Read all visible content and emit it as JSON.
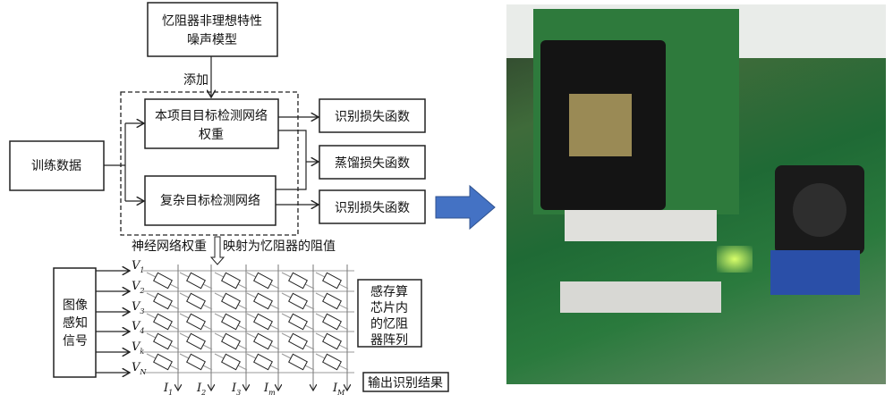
{
  "flow": {
    "noise_model": [
      "忆阻器非理想特性",
      "噪声模型"
    ],
    "add_label": "添加",
    "project_net": [
      "本项目目标检测网络",
      "权重"
    ],
    "complex_net": "复杂目标检测网络",
    "training_data": "训练数据",
    "recog_loss_1": "识别损失函数",
    "distill_loss": "蒸馏损失函数",
    "recog_loss_2": "识别损失函数",
    "map_left": "神经网络权重",
    "map_right": "映射为忆阻器的阻值"
  },
  "crossbar": {
    "input": [
      "图像",
      "感知",
      "信号"
    ],
    "voltages": [
      [
        "V",
        "1"
      ],
      [
        "V",
        "2"
      ],
      [
        "V",
        "3"
      ],
      [
        "V",
        "4"
      ],
      [
        "V",
        "k"
      ],
      [
        "V",
        "N"
      ]
    ],
    "currents": [
      [
        "I",
        "1"
      ],
      [
        "I",
        "2"
      ],
      [
        "I",
        "3"
      ],
      [
        "I",
        "m"
      ],
      [
        "",
        ""
      ],
      [
        "I",
        "M"
      ]
    ],
    "array_label": [
      "感存算",
      "芯片内",
      "的忆阻",
      "器阵列"
    ],
    "output_label": "输出识别结果"
  },
  "colors": {
    "arrow": "#4472c4",
    "pcb": "#1f6a35"
  }
}
